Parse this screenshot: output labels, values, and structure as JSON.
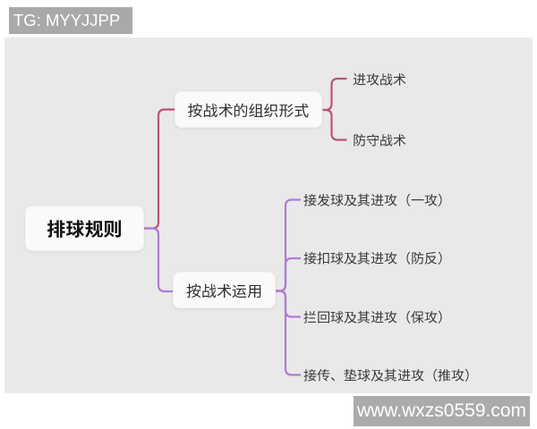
{
  "page": {
    "background": "#ffffff",
    "canvas_background": "#e9e9e9"
  },
  "badge": {
    "text": "TG: MYYJJPP",
    "background": "#a8a8a8",
    "text_color": "#ffffff"
  },
  "watermark": {
    "text": "www.wxzs0559.com",
    "background": "#ababab",
    "text_color": "#ffffff"
  },
  "mindmap": {
    "root": {
      "label": "排球规则"
    },
    "branches": [
      {
        "label": "按战术的组织形式",
        "color": "#bd527d",
        "children": [
          {
            "label": "进攻战术"
          },
          {
            "label": "防守战术"
          }
        ]
      },
      {
        "label": "按战术运用",
        "color": "#b17ad4",
        "children": [
          {
            "label": "接发球及其进攻（一攻）"
          },
          {
            "label": "接扣球及其进攻（防反）"
          },
          {
            "label": "拦回球及其进攻（保攻）"
          },
          {
            "label": "接传、垫球及其进攻（推攻）"
          }
        ]
      }
    ]
  }
}
